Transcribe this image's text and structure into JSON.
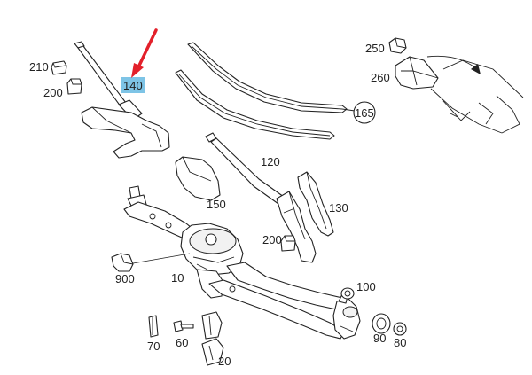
{
  "labels": {
    "p210": "210",
    "p200a": "200",
    "p140": "140",
    "p250": "250",
    "p260": "260",
    "p165": "165",
    "p120": "120",
    "p150": "150",
    "p130": "130",
    "p200b": "200",
    "p900": "900",
    "p10": "10",
    "p100": "100",
    "p70": "70",
    "p60": "60",
    "p90": "90",
    "p80": "80",
    "p20": "20"
  },
  "colors": {
    "highlight": "#7ec4e6",
    "arrow": "#e3202a",
    "line": "#222222"
  }
}
